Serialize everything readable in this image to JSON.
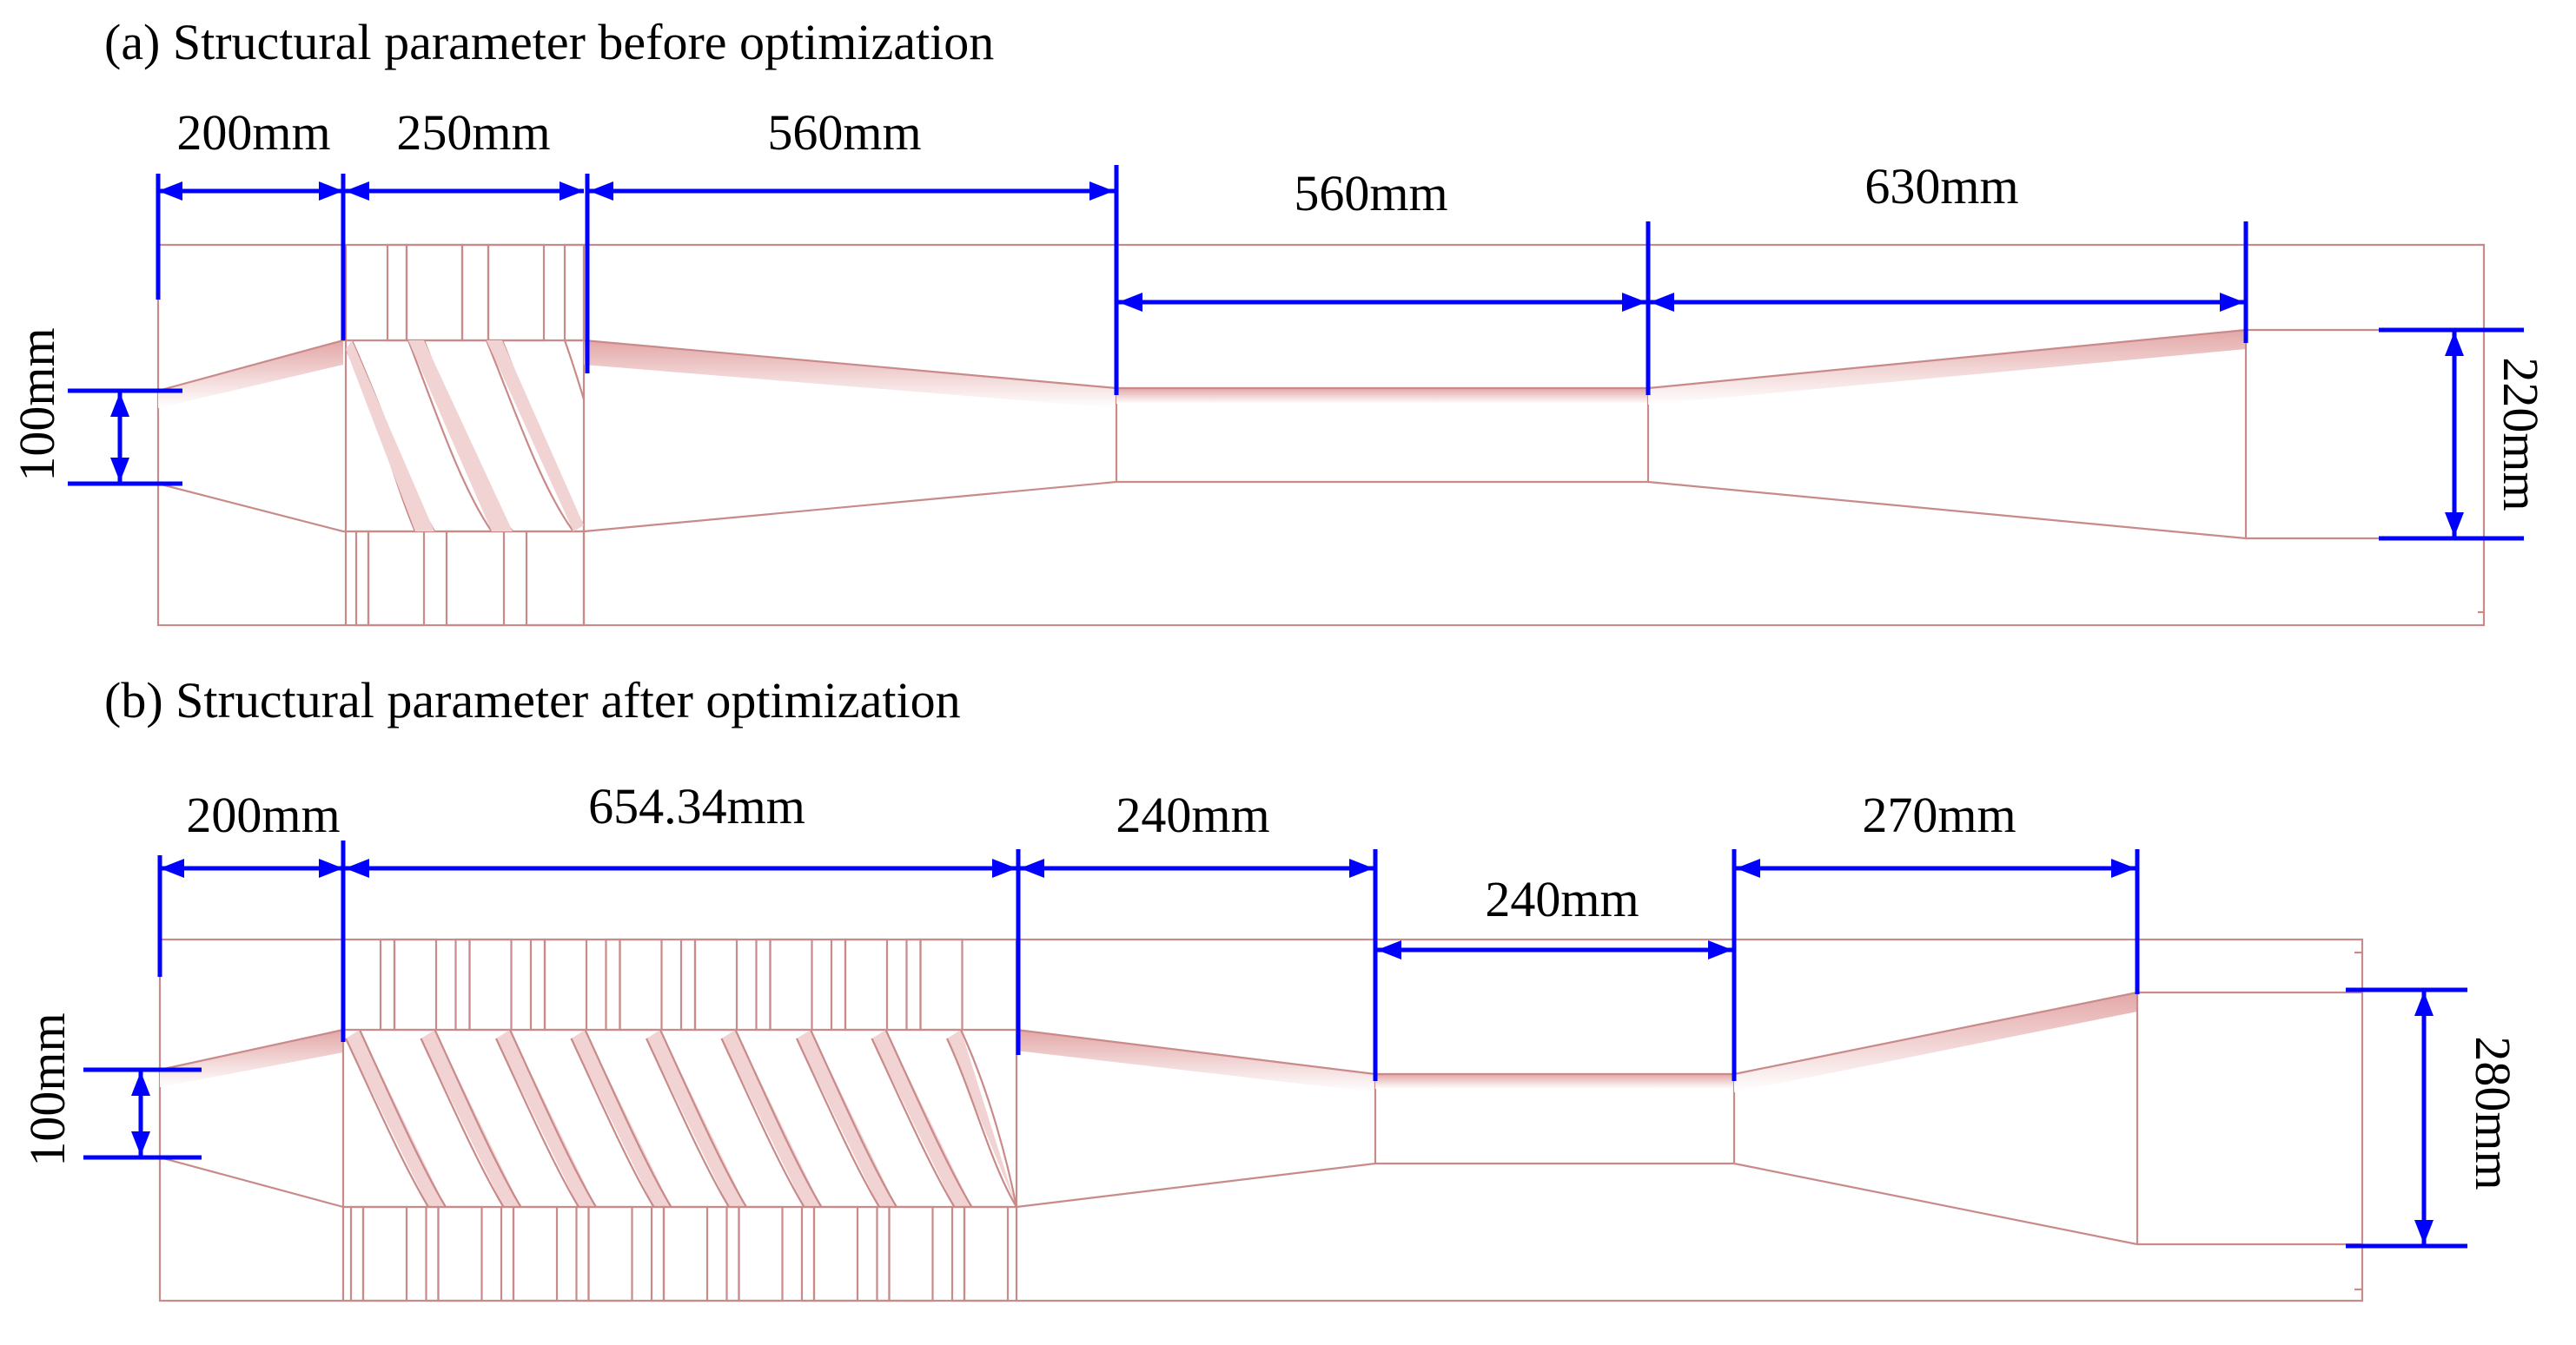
{
  "panels": [
    {
      "title": "(a) Structural parameter before optimization",
      "labels": {
        "section1": "200mm",
        "section2": "250mm",
        "section3": "560mm",
        "section4": "560mm",
        "section5": "630mm",
        "inlet_dia": "100mm",
        "outlet_dia": "220mm"
      }
    },
    {
      "title": "(b) Structural parameter after optimization",
      "labels": {
        "section1": "200mm",
        "section2": "654.34mm",
        "section3": "240mm",
        "section4": "240mm",
        "section5": "270mm",
        "inlet_dia": "100mm",
        "outlet_dia": "280mm"
      }
    }
  ],
  "colors": {
    "dimension": "#0000ff",
    "outline": "#c98a8a",
    "shade": "#f0c8c8"
  }
}
